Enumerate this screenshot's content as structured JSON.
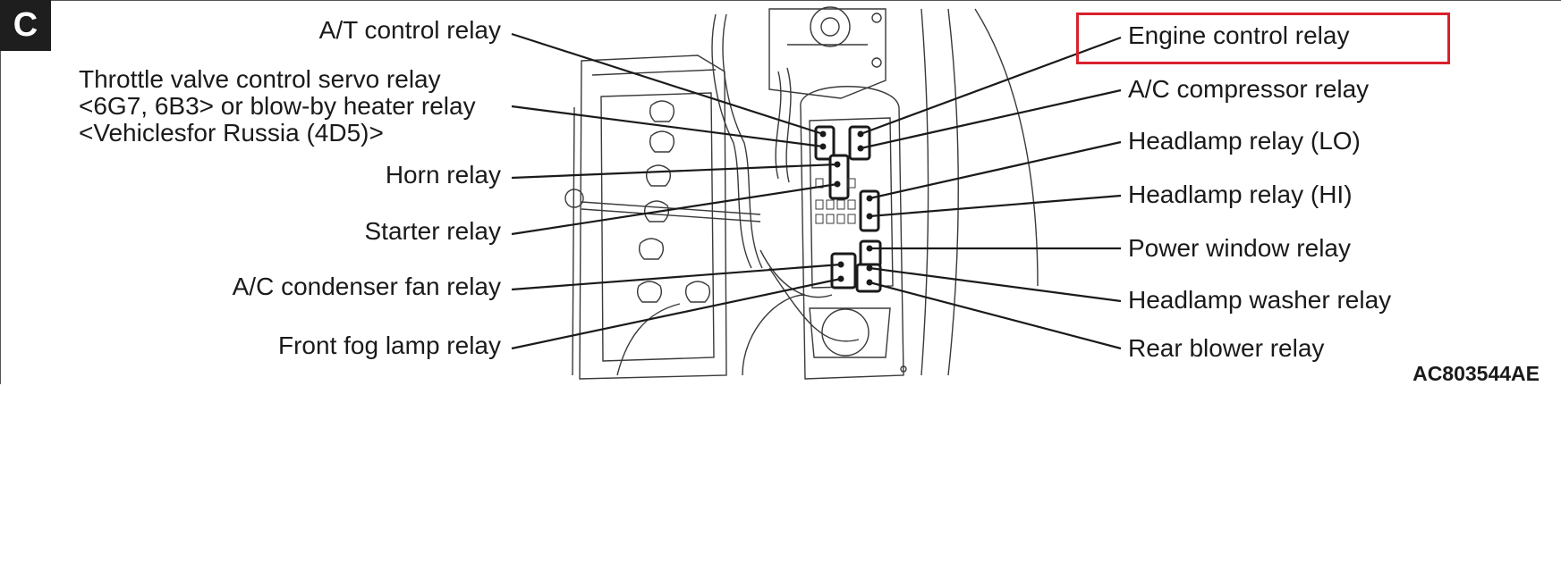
{
  "figure": {
    "badge": "C",
    "figure_code": "AC803544AE",
    "highlight_color": "#d9202b"
  },
  "labels": {
    "left": [
      {
        "id": "at-control-relay",
        "text": "A/T control relay"
      },
      {
        "id": "throttle-valve-relay",
        "text": "Throttle valve control servo relay\n<6G7, 6B3> or blow-by heater relay\n<Vehiclesfor Russia (4D5)>"
      },
      {
        "id": "horn-relay",
        "text": "Horn relay"
      },
      {
        "id": "starter-relay",
        "text": "Starter relay"
      },
      {
        "id": "ac-condenser-fan-relay",
        "text": "A/C condenser fan relay"
      },
      {
        "id": "front-fog-lamp-relay",
        "text": "Front fog lamp relay"
      }
    ],
    "right": [
      {
        "id": "engine-control-relay",
        "text": "Engine control relay",
        "highlighted": true
      },
      {
        "id": "ac-compressor-relay",
        "text": "A/C compressor relay"
      },
      {
        "id": "headlamp-relay-lo",
        "text": "Headlamp relay (LO)"
      },
      {
        "id": "headlamp-relay-hi",
        "text": "Headlamp relay (HI)"
      },
      {
        "id": "power-window-relay",
        "text": "Power window relay"
      },
      {
        "id": "headlamp-washer-relay",
        "text": "Headlamp washer relay"
      },
      {
        "id": "rear-blower-relay",
        "text": "Rear blower relay"
      }
    ]
  }
}
